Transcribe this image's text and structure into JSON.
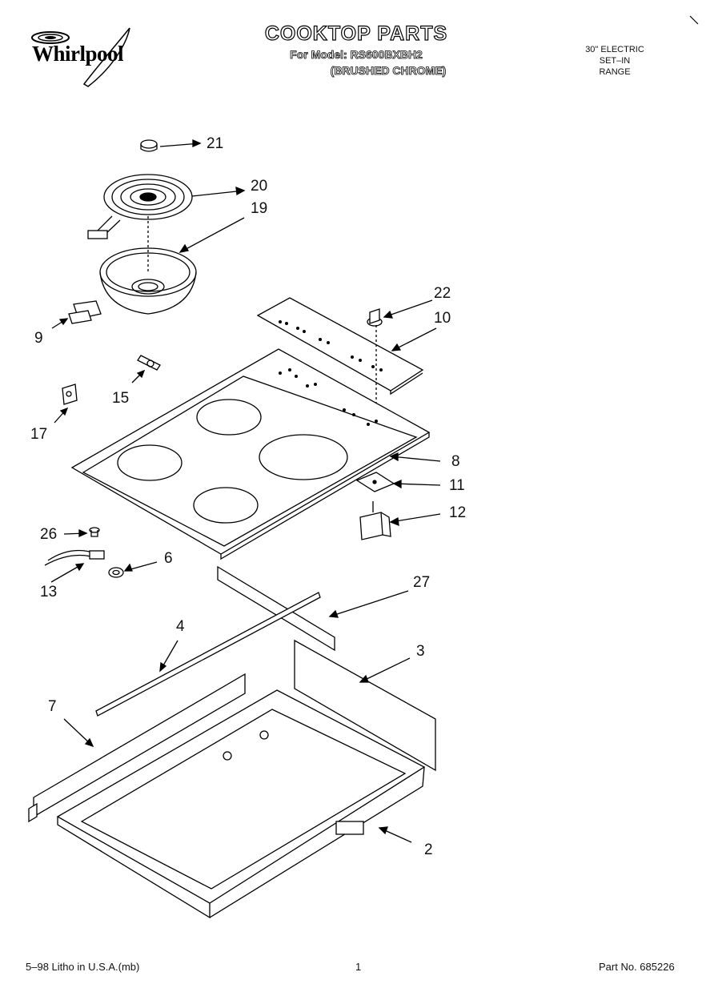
{
  "header": {
    "brand": "Whirlpool",
    "title": "COOKTOP PARTS",
    "model_line": "For Model: RS600BXBH2",
    "finish": "(BRUSHED CHROME)",
    "range_type": [
      "30\" ELECTRIC",
      "SET–IN",
      "RANGE"
    ]
  },
  "callouts": [
    "21",
    "20",
    "19",
    "22",
    "10",
    "9",
    "15",
    "17",
    "8",
    "11",
    "12",
    "26",
    "6",
    "13",
    "27",
    "4",
    "3",
    "7",
    "2"
  ],
  "footer": {
    "litho": "5–98 Litho in U.S.A.(mb)",
    "page": "1",
    "part_no": "Part No. 685226"
  }
}
